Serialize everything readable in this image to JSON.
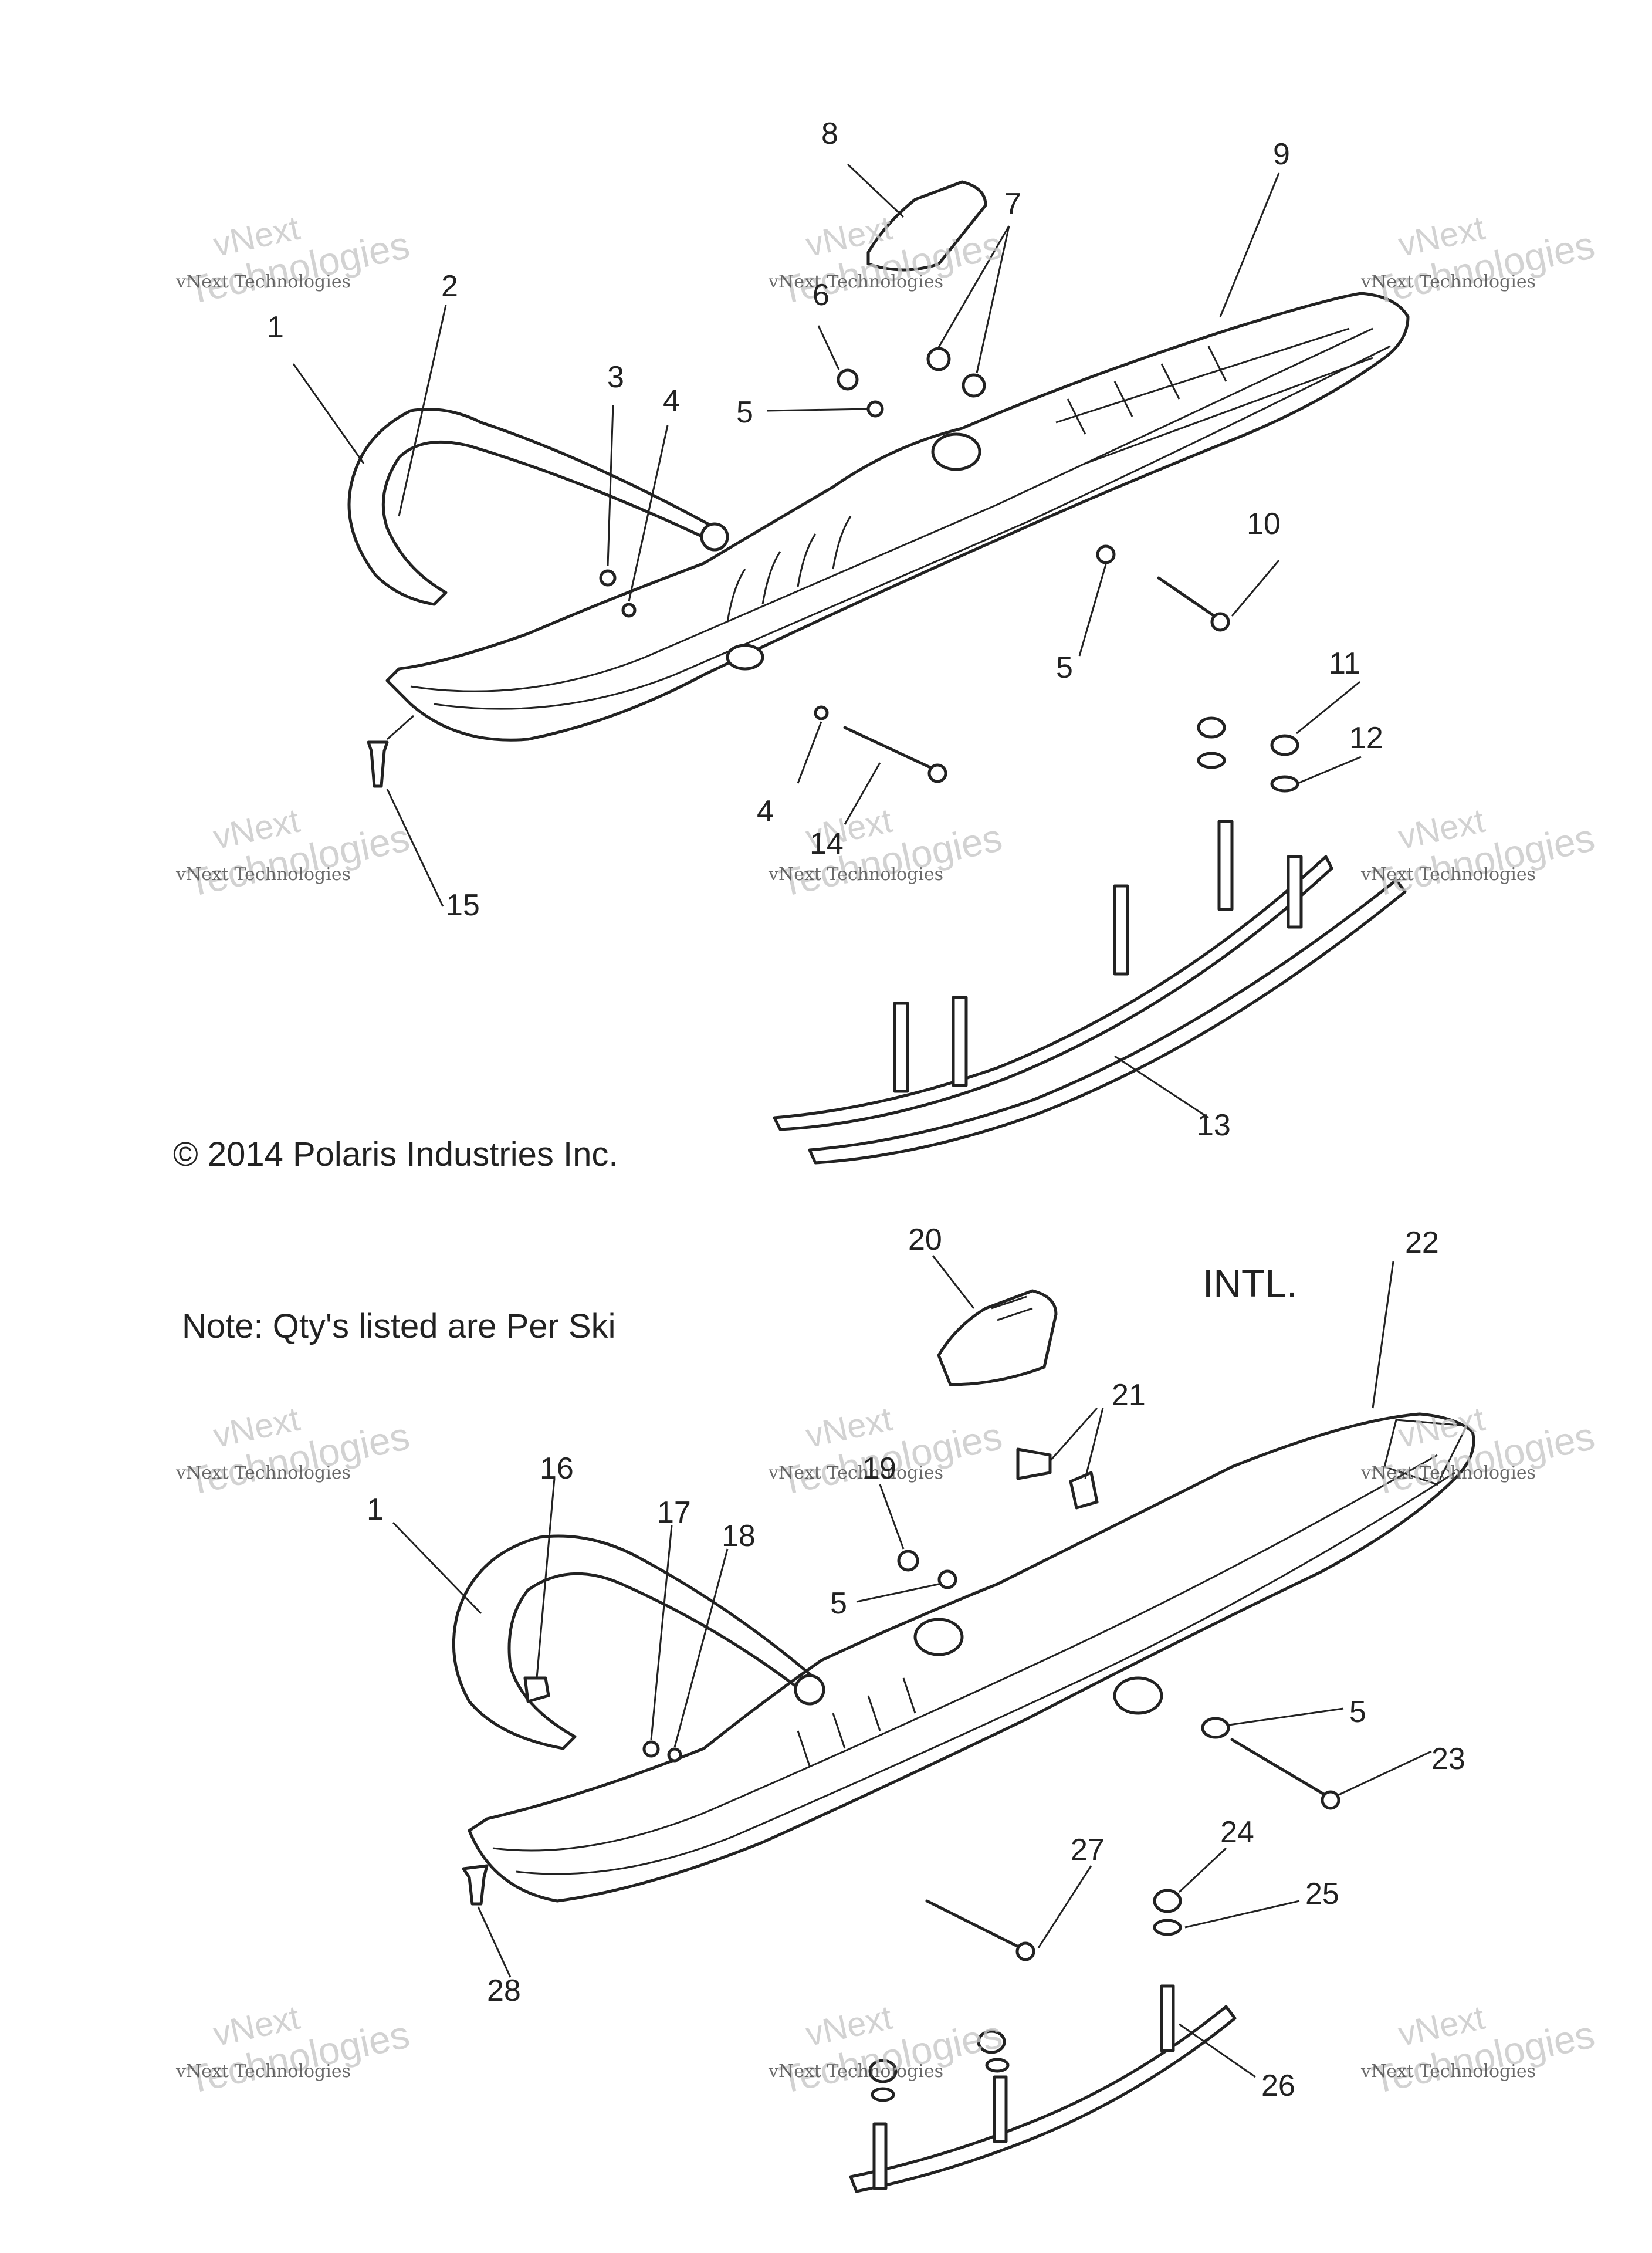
{
  "copyright": "© 2014 Polaris Industries Inc.",
  "note": "Note: Qty's listed are Per Ski",
  "intl_label": "INTL.",
  "watermark": {
    "line1": "vNext",
    "line2": "Technologies",
    "small": "vNext Technologies"
  },
  "callouts": {
    "c1": "1",
    "c2": "2",
    "c3": "3",
    "c4a": "4",
    "c4b": "4",
    "c5a": "5",
    "c5b": "5",
    "c6": "6",
    "c7": "7",
    "c8": "8",
    "c9": "9",
    "c10": "10",
    "c11": "11",
    "c12": "12",
    "c13": "13",
    "c14": "14",
    "c15": "15",
    "c20": "20",
    "c22": "22",
    "c1b": "1",
    "c16": "16",
    "c17": "17",
    "c18": "18",
    "c19": "19",
    "c21": "21",
    "c5c": "5",
    "c5d": "5",
    "c23": "23",
    "c24": "24",
    "c25": "25",
    "c26": "26",
    "c27": "27",
    "c28": "28"
  }
}
